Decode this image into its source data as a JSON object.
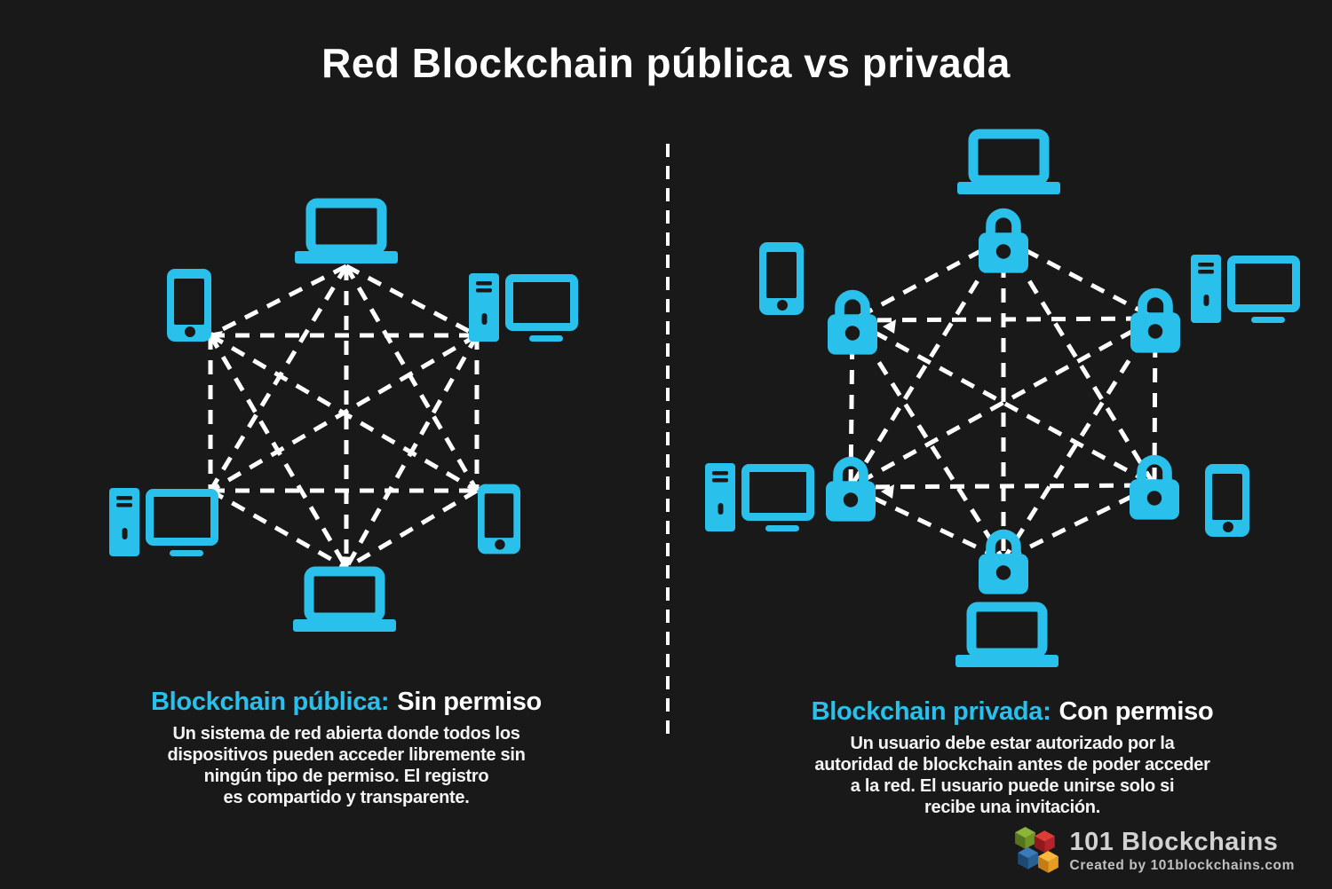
{
  "title": "Red Blockchain pública vs privada",
  "colors": {
    "background": "#191919",
    "device_cyan": "#29C1EB",
    "mesh_line": "#FFFFFF",
    "heading_accent": "#29C1EB",
    "body_text": "#F5F5F5"
  },
  "divider": {
    "style": "vertical-dashed-line"
  },
  "public_section": {
    "heading_accent": "Blockchain pública:",
    "heading_rest": "Sin permiso",
    "description_lines": [
      "Un sistema de red abierta donde todos los",
      "dispositivos pueden acceder libremente sin",
      "ningún tipo de permiso. El registro",
      "es compartido y transparente."
    ],
    "nodes": [
      "laptop",
      "smartphone",
      "desktop-computer",
      "desktop-computer",
      "smartphone",
      "laptop"
    ],
    "topology": "full-mesh-6-nodes"
  },
  "private_section": {
    "heading_accent": "Blockchain privada:",
    "heading_rest": "Con permiso",
    "description_lines": [
      "Un usuario debe estar autorizado por la",
      "autoridad de blockchain antes de poder acceder",
      "a la red. El usuario puede unirse solo si",
      "recibe una invitación."
    ],
    "nodes": [
      "laptop",
      "smartphone",
      "desktop-computer",
      "desktop-computer",
      "smartphone",
      "laptop"
    ],
    "gate_icon": "padlock",
    "topology": "full-mesh-6-nodes-with-padlocks"
  },
  "footer": {
    "brand": "101 Blockchains",
    "credit": "Created by 101blockchains.com",
    "logo_cube_colors": [
      "#76A222",
      "#D2232A",
      "#2B6CA3",
      "#F2A71B"
    ]
  }
}
